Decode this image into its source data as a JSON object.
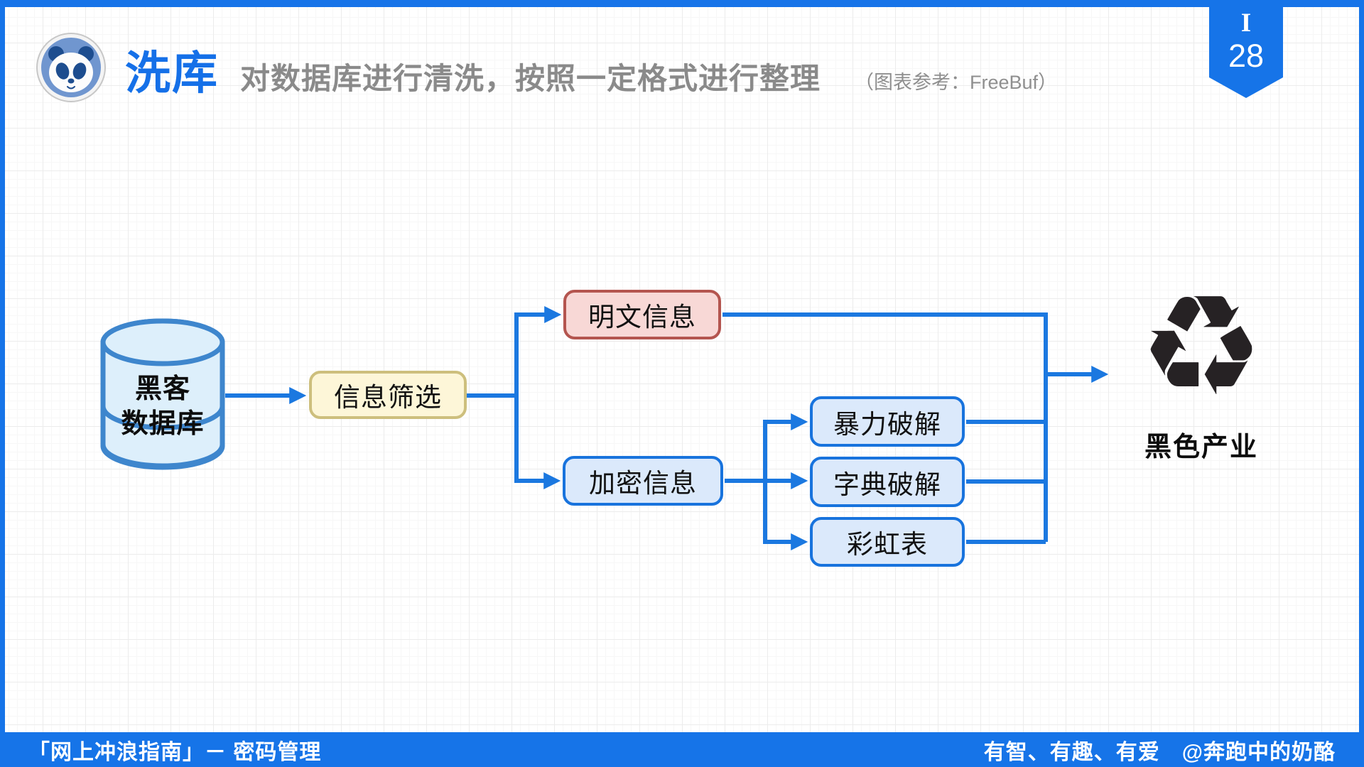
{
  "header": {
    "logo": "panda-logo",
    "title": "洗库",
    "subtitle": "对数据库进行清洗，按照一定格式进行整理",
    "note": "（图表参考：FreeBuf）"
  },
  "bookmark": {
    "roman": "I",
    "number": "28"
  },
  "diagram": {
    "nodes": {
      "database": {
        "label_line1": "黑客",
        "label_line2": "数据库",
        "fill": "#ddeffb",
        "border": "#3e86cd"
      },
      "filter": {
        "label": "信息筛选",
        "fill": "#fdf6d8",
        "border": "#cdbf7d"
      },
      "plaintext": {
        "label": "明文信息",
        "fill": "#f8d8d6",
        "border": "#b4554f"
      },
      "encrypted": {
        "label": "加密信息",
        "fill": "#dbe9fb",
        "border": "#1873dd"
      },
      "bruteforce": {
        "label": "暴力破解",
        "fill": "#dbe9fb",
        "border": "#1873dd"
      },
      "dictionary": {
        "label": "字典破解",
        "fill": "#dbe9fb",
        "border": "#1873dd"
      },
      "rainbow": {
        "label": "彩虹表",
        "fill": "#dbe9fb",
        "border": "#1873dd"
      },
      "industry": {
        "icon": "recycle-icon",
        "icon_glyph": "♻",
        "label": "黑色产业"
      }
    },
    "connector_color": "#1b78e0"
  },
  "footer": {
    "left": "「网上冲浪指南」－ 密码管理",
    "right": "有智、有趣、有爱　@奔跑中的奶酪"
  },
  "palette": {
    "frame_blue": "#1674e8",
    "title_blue": "#1570e8",
    "subtitle_gray": "#8a8a8a",
    "recycle_black": "#262224"
  }
}
